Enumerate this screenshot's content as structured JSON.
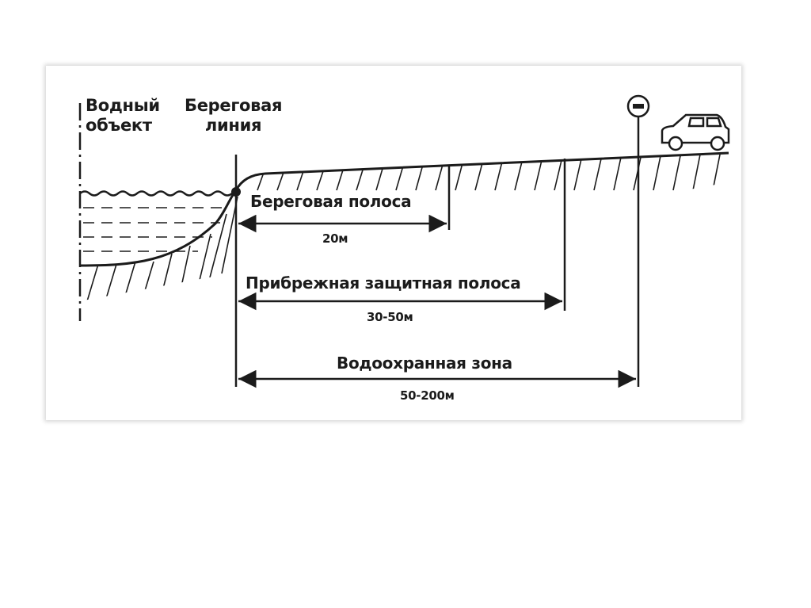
{
  "labels": {
    "water_body": [
      "Водный",
      "объект"
    ],
    "shoreline": [
      "Береговая",
      "линия"
    ]
  },
  "zones": [
    {
      "name": "Береговая полоса",
      "distance": "20м"
    },
    {
      "name": "Прибрежная защитная полоса",
      "distance": "30-50м"
    },
    {
      "name": "Водоохранная зона",
      "distance": "50-200м"
    }
  ],
  "icons": {
    "sign": "no-entry-sign-icon",
    "vehicle": "car-icon"
  },
  "colors": {
    "ink": "#1b1b1b",
    "background": "#ffffff"
  }
}
